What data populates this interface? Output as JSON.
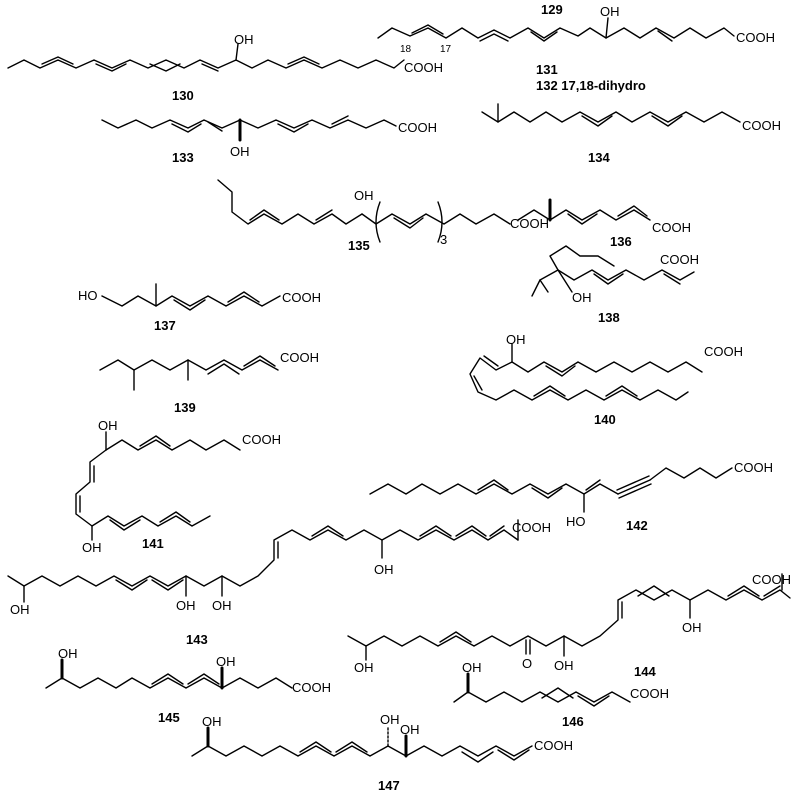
{
  "compounds": {
    "c129": "129",
    "c130": "130",
    "c131": "131",
    "c132": "132 17,18-dihydro",
    "c133": "133",
    "c134": "134",
    "c135": "135",
    "c136": "136",
    "c137": "137",
    "c138": "138",
    "c139": "139",
    "c140": "140",
    "c141": "141",
    "c142": "142",
    "c143": "143",
    "c144": "144",
    "c145": "145",
    "c146": "146",
    "c147": "147"
  },
  "groups": {
    "oh": "OH",
    "ho": "HO",
    "cooh": "COOH",
    "o": "O"
  },
  "locants": {
    "c18": "18",
    "c17": "17",
    "repeat3": "3"
  }
}
